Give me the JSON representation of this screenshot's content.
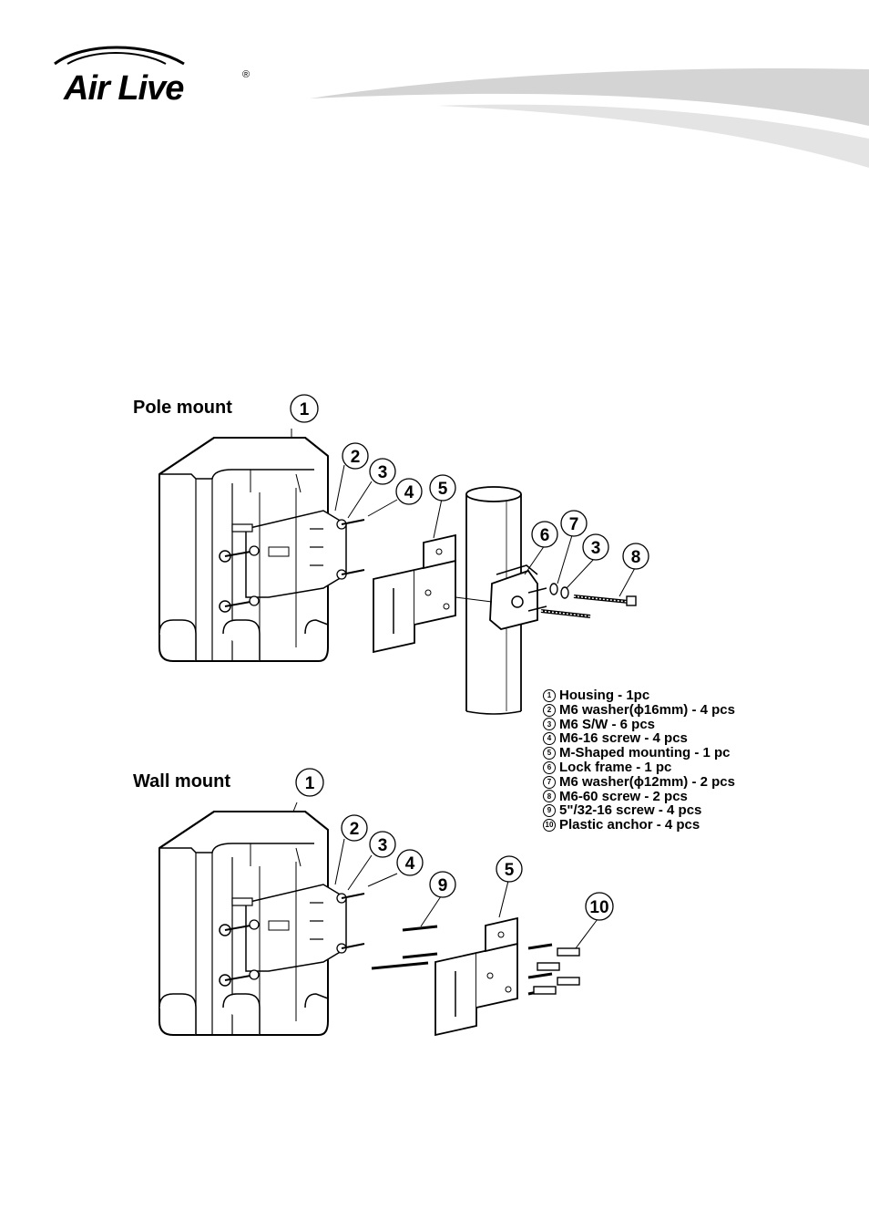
{
  "brand": {
    "logo_text": "Air Live",
    "registered_mark": "®"
  },
  "sections": {
    "pole_title": "Pole mount",
    "wall_title": "Wall mount"
  },
  "callouts": {
    "pole": [
      "1",
      "2",
      "3",
      "4",
      "5",
      "6",
      "7",
      "3",
      "8"
    ],
    "wall": [
      "1",
      "2",
      "3",
      "4",
      "9",
      "5",
      "10"
    ]
  },
  "legend": [
    {
      "num": "1",
      "text": "Housing - 1pc"
    },
    {
      "num": "2",
      "text": "M6 washer(ϕ16mm) - 4 pcs"
    },
    {
      "num": "3",
      "text": "M6 S/W - 6 pcs"
    },
    {
      "num": "4",
      "text": "M6-16 screw - 4 pcs"
    },
    {
      "num": "5",
      "text": "M-Shaped mounting - 1 pc"
    },
    {
      "num": "6",
      "text": "Lock frame - 1 pc"
    },
    {
      "num": "7",
      "text": "M6 washer(ϕ12mm) - 2 pcs"
    },
    {
      "num": "8",
      "text": "M6-60 screw - 2 pcs"
    },
    {
      "num": "9",
      "text": "5\"/32-16 screw - 4 pcs"
    },
    {
      "num": "10",
      "text": "Plastic anchor - 4 pcs"
    }
  ]
}
